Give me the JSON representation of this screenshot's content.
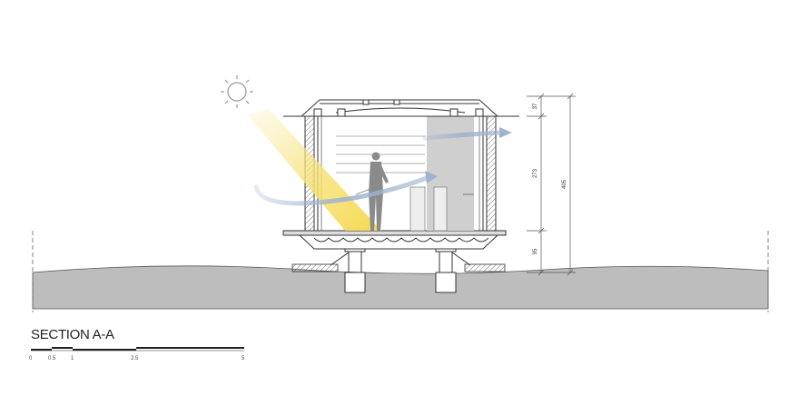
{
  "title": "SECTION A-A",
  "dimensions": {
    "roof": "37",
    "interior": "273",
    "floor": "95",
    "total": "405"
  },
  "scale_bar": {
    "ticks": [
      "0",
      "0.5",
      "1",
      "2.5",
      "5"
    ]
  },
  "colors": {
    "ground": "#bdbdbd",
    "sunlight": "#f7e27a",
    "airflow": "#9fb3cf",
    "interior_wall": "#cfcfcf",
    "line": "#333333"
  },
  "icons": {
    "sun": "sun-icon",
    "person": "person-figure"
  }
}
